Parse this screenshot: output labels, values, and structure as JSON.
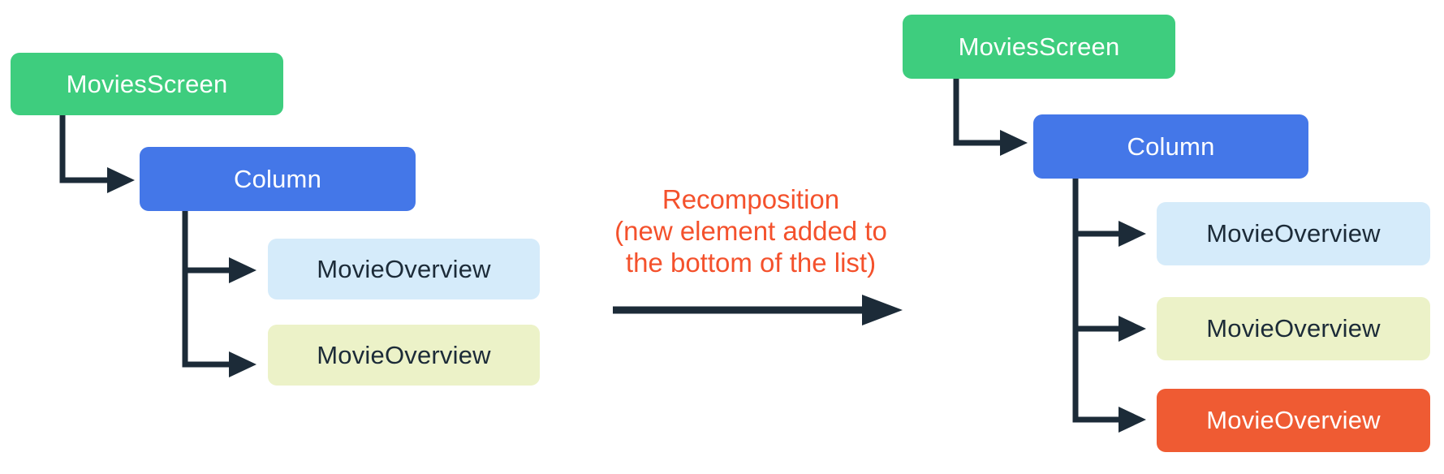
{
  "colors": {
    "green": "#3ECD7E",
    "blue": "#4477E8",
    "light_blue": "#D5EBFA",
    "light_yellow": "#ECF2C8",
    "orange": "#EF5B33",
    "dark_navy": "#1C2B38",
    "annotation_orange": "#F4512C",
    "white_text": "#FFFFFF"
  },
  "left_tree": {
    "nodes": [
      {
        "label": "MoviesScreen"
      },
      {
        "label": "Column"
      },
      {
        "label": "MovieOverview"
      },
      {
        "label": "MovieOverview"
      }
    ]
  },
  "annotation": {
    "line1": "Recomposition",
    "line2": "(new element added to",
    "line3": "the bottom of the list)"
  },
  "right_tree": {
    "nodes": [
      {
        "label": "MoviesScreen"
      },
      {
        "label": "Column"
      },
      {
        "label": "MovieOverview"
      },
      {
        "label": "MovieOverview"
      },
      {
        "label": "MovieOverview"
      }
    ]
  }
}
